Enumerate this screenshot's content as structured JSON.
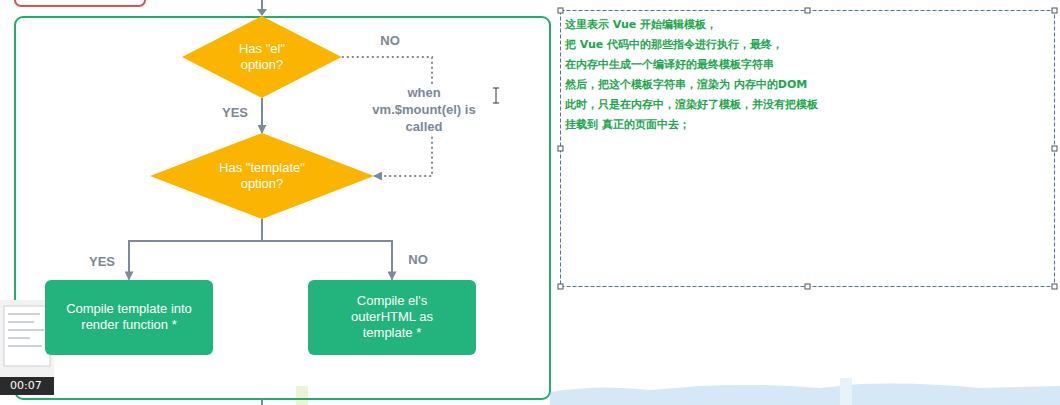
{
  "diagram": {
    "nodes": [
      {
        "text": [
          "Has \"el\" option?"
        ]
      },
      {
        "text": [
          "Has \"template\" option?"
        ]
      },
      {
        "text": [
          "Compile template into render function *"
        ]
      },
      {
        "text": [
          "Compile el's outerHTML as template *"
        ]
      }
    ],
    "edges": [
      {
        "from": 0,
        "to": 1,
        "arrow": "to",
        "label": "YES"
      },
      {
        "from": 0,
        "to": 1,
        "arrow": "to",
        "label": "NO"
      },
      {
        "from": 1,
        "to": 2,
        "arrow": "to",
        "label": "YES"
      },
      {
        "from": 1,
        "to": 3,
        "arrow": "to",
        "label": "NO"
      }
    ],
    "labels": [
      "when vm.$mount(el) is called",
      "这里表示 Vue 开始编辑模板，",
      "把 Vue 代码中的那些指令进行执行，最终，",
      "在内存中生成一个编译好的最终模板字符串",
      "然后，把这个模板字符串，渲染为 内存中的DOM",
      "此时，只是在内存中，渲染好了模板，并没有把模板",
      "挂载到 真正的页面中去；",
      "00:07"
    ]
  }
}
